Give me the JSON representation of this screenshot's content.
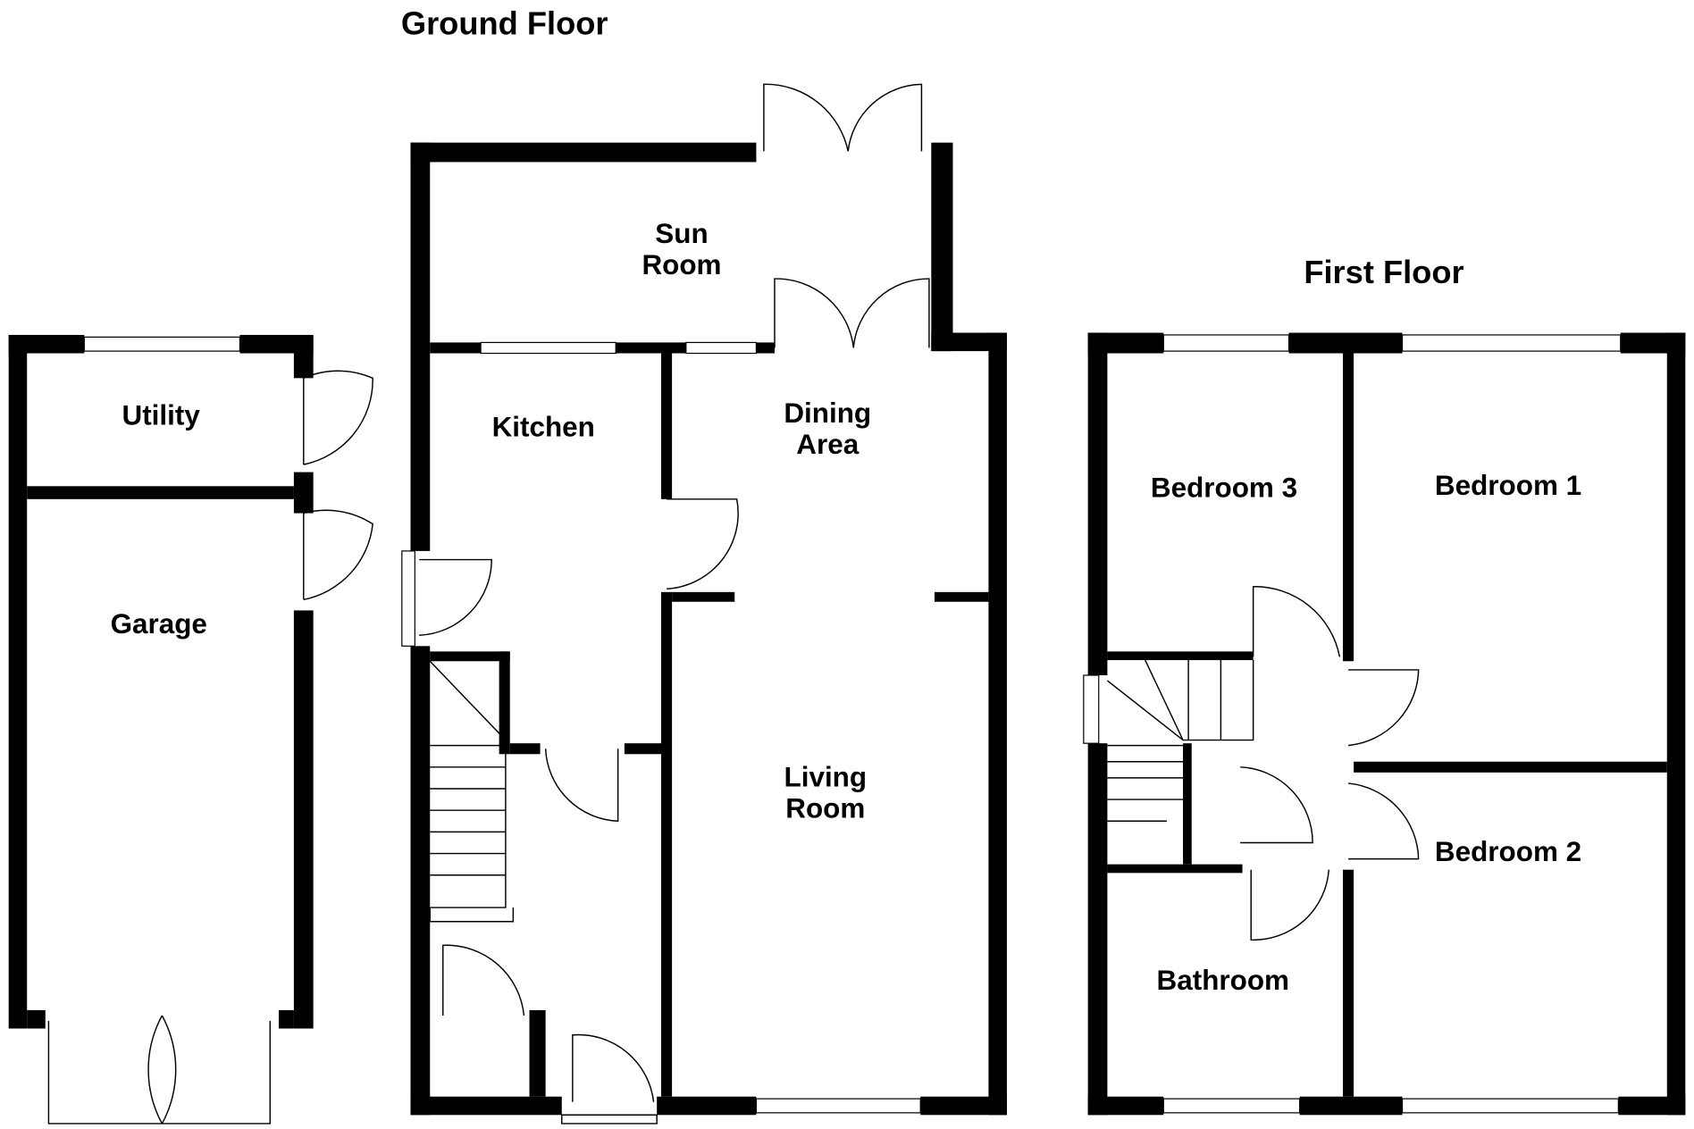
{
  "titles": {
    "ground_floor": "Ground Floor",
    "first_floor": "First Floor"
  },
  "ground_floor_rooms": {
    "utility": "Utility",
    "garage": "Garage",
    "kitchen": "Kitchen",
    "sun": "Sun",
    "room": "Room",
    "dining": "Dining",
    "area": "Area",
    "living": "Living",
    "living_room": "Room"
  },
  "first_floor_rooms": {
    "bedroom3": "Bedroom 3",
    "bedroom1": "Bedroom 1",
    "bedroom2": "Bedroom 2",
    "bathroom": "Bathroom"
  }
}
